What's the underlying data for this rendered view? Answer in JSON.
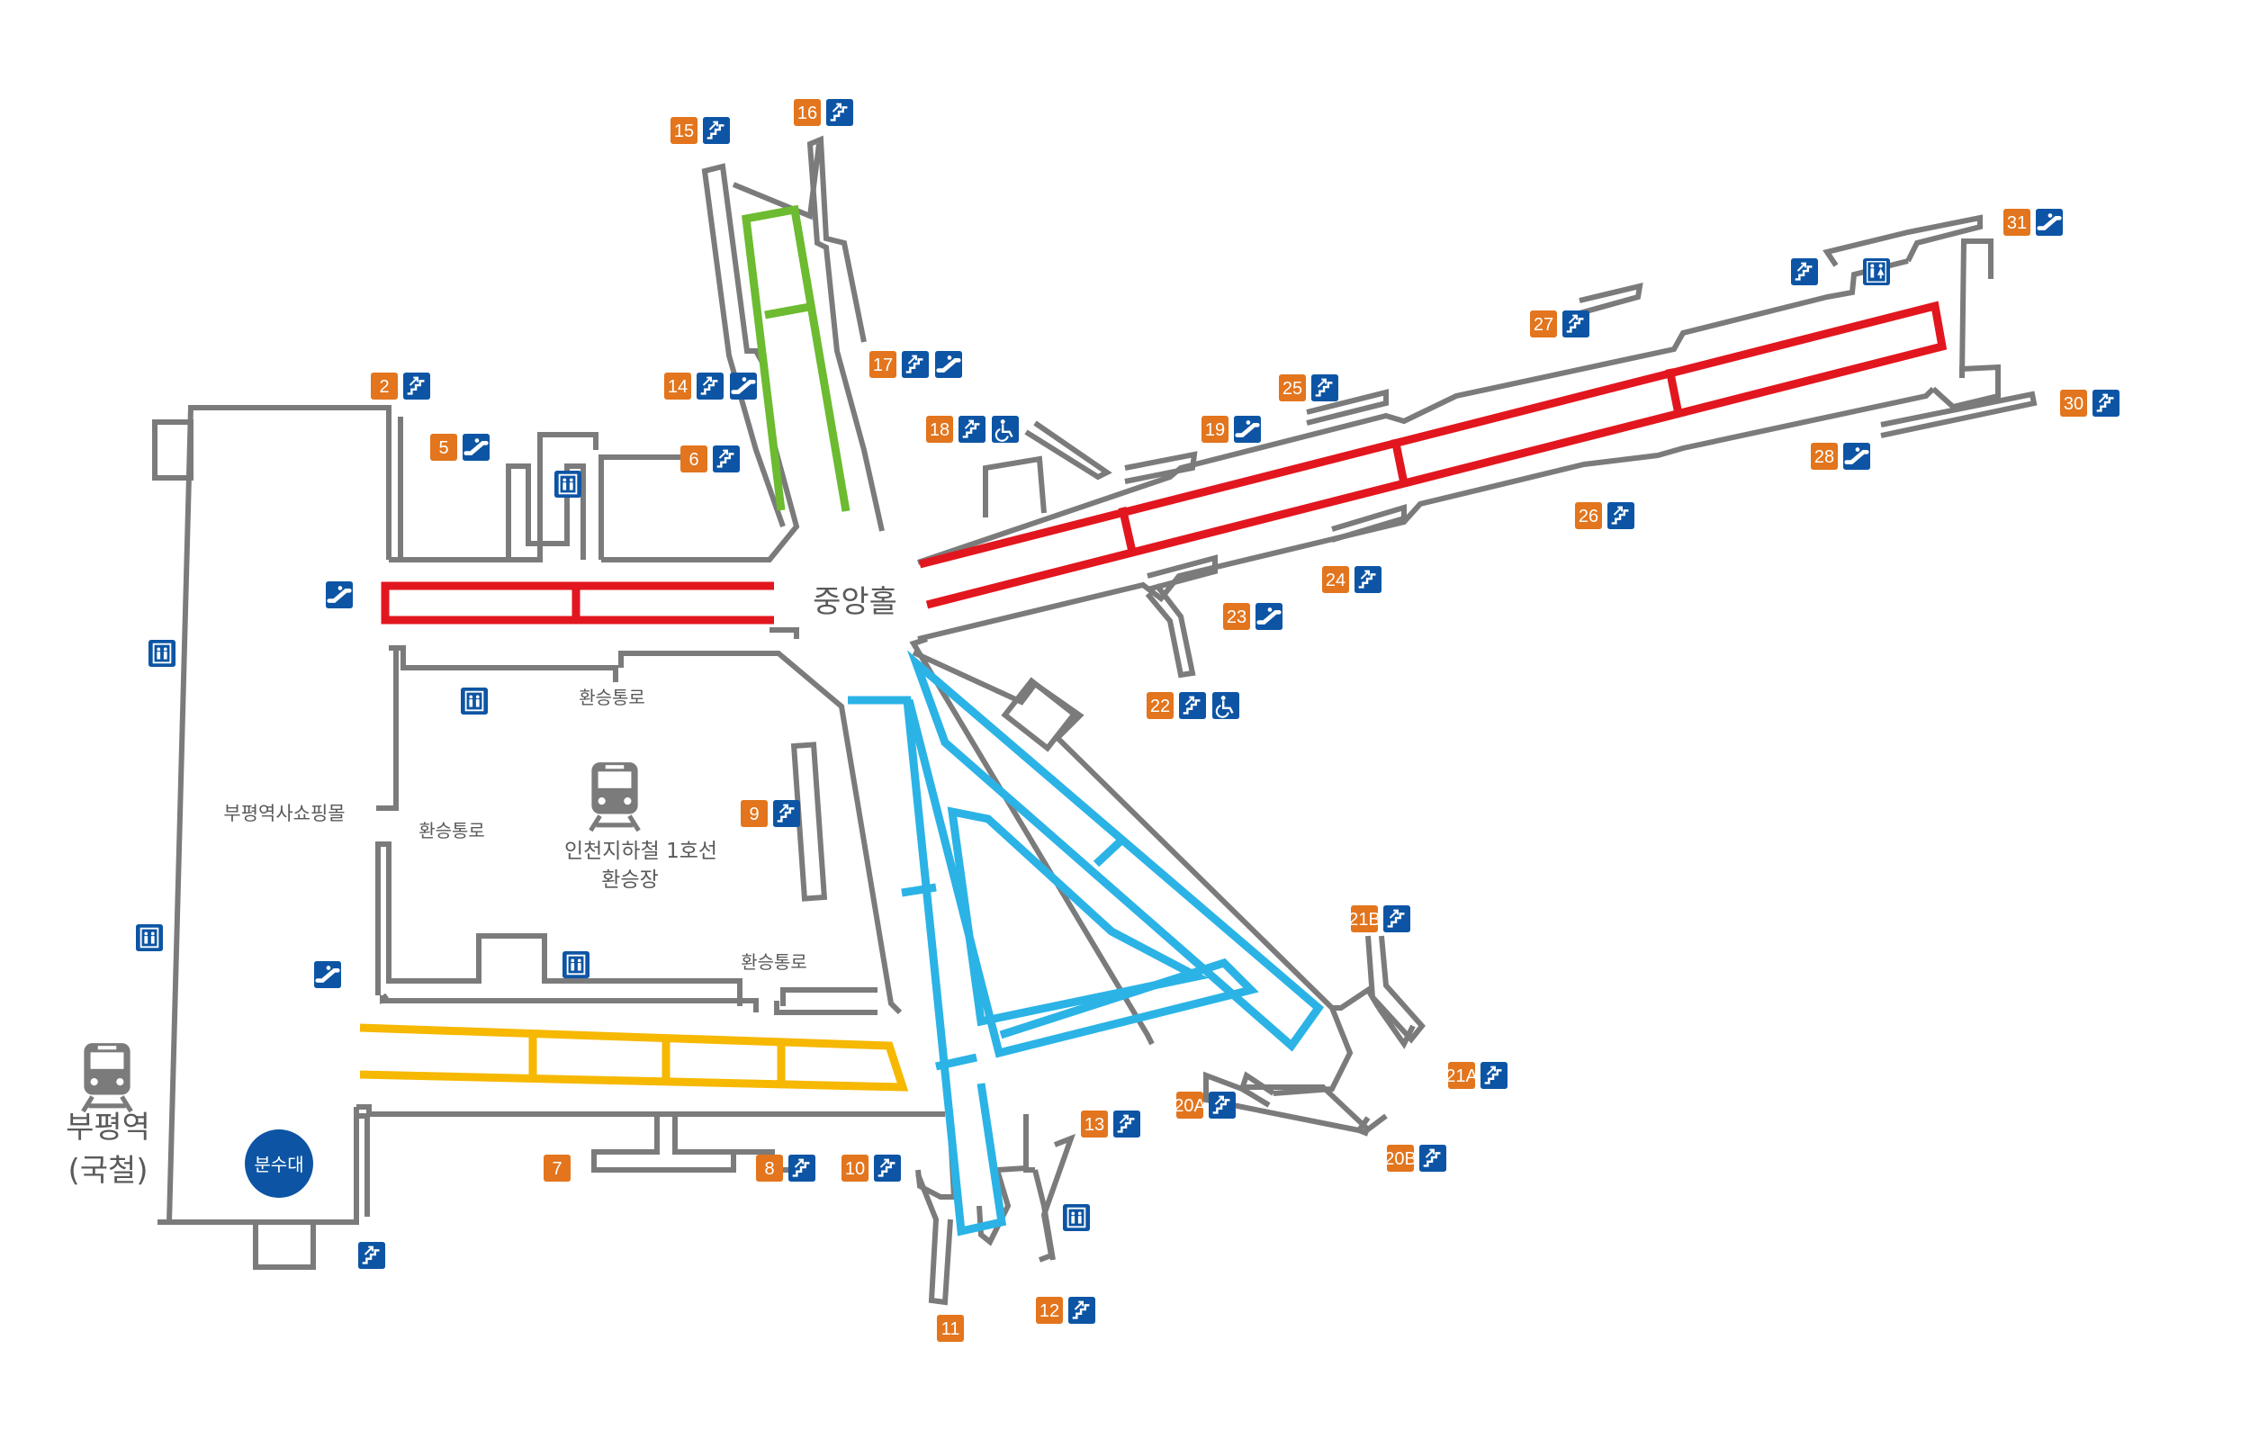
{
  "colors": {
    "wall": "#7b7b7b",
    "exit_badge": "#e2751d",
    "icon_badge": "#0d55a4",
    "line_red": "#e2161e",
    "line_green": "#6cbb30",
    "line_blue": "#2bb3e6",
    "line_yellow": "#f6b800",
    "fountain": "#0d55a4"
  },
  "labels": {
    "central_hall": "중앙홀",
    "shopping_mall": "부평역사쇼핑몰",
    "transfer_passage": "환승통로",
    "transfer_station_line1": "인천지하철 1호선",
    "transfer_station_line2": "환승장",
    "bupyeong_station": "부평역",
    "korail": "(국철)",
    "fountain": "분수대"
  },
  "exits": [
    {
      "number": "2",
      "icons": [
        "stairs-icon"
      ]
    },
    {
      "number": "5",
      "icons": [
        "escalator-icon"
      ]
    },
    {
      "number": "6",
      "icons": [
        "stairs-icon"
      ]
    },
    {
      "number": "7",
      "icons": []
    },
    {
      "number": "8",
      "icons": [
        "stairs-icon"
      ]
    },
    {
      "number": "9",
      "icons": [
        "stairs-icon"
      ]
    },
    {
      "number": "10",
      "icons": [
        "stairs-icon"
      ]
    },
    {
      "number": "11",
      "icons": []
    },
    {
      "number": "12",
      "icons": [
        "stairs-icon"
      ]
    },
    {
      "number": "13",
      "icons": [
        "stairs-icon"
      ]
    },
    {
      "number": "14",
      "icons": [
        "stairs-icon",
        "escalator-icon"
      ]
    },
    {
      "number": "15",
      "icons": [
        "stairs-icon"
      ]
    },
    {
      "number": "16",
      "icons": [
        "stairs-icon"
      ]
    },
    {
      "number": "17",
      "icons": [
        "stairs-icon",
        "escalator-icon"
      ]
    },
    {
      "number": "18",
      "icons": [
        "stairs-icon",
        "wheelchair-icon"
      ]
    },
    {
      "number": "19",
      "icons": [
        "escalator-icon"
      ]
    },
    {
      "number": "20A",
      "icons": [
        "stairs-icon"
      ]
    },
    {
      "number": "20B",
      "icons": [
        "stairs-icon"
      ]
    },
    {
      "number": "21A",
      "icons": [
        "stairs-icon"
      ]
    },
    {
      "number": "21B",
      "icons": [
        "stairs-icon"
      ]
    },
    {
      "number": "22",
      "icons": [
        "stairs-icon",
        "wheelchair-icon"
      ]
    },
    {
      "number": "23",
      "icons": [
        "escalator-icon"
      ]
    },
    {
      "number": "24",
      "icons": [
        "stairs-icon"
      ]
    },
    {
      "number": "25",
      "icons": [
        "stairs-icon"
      ]
    },
    {
      "number": "26",
      "icons": [
        "stairs-icon"
      ]
    },
    {
      "number": "27",
      "icons": [
        "stairs-icon"
      ]
    },
    {
      "number": "28",
      "icons": [
        "escalator-icon"
      ]
    },
    {
      "number": "30",
      "icons": [
        "stairs-icon"
      ]
    },
    {
      "number": "31",
      "icons": [
        "escalator-icon"
      ]
    }
  ],
  "facilities": [
    {
      "type": "elevator-icon"
    },
    {
      "type": "elevator-icon"
    },
    {
      "type": "elevator-icon"
    },
    {
      "type": "elevator-icon"
    },
    {
      "type": "elevator-icon"
    },
    {
      "type": "elevator-icon"
    },
    {
      "type": "restroom-icon"
    },
    {
      "type": "escalator-icon"
    },
    {
      "type": "escalator-icon"
    },
    {
      "type": "stairs-icon"
    },
    {
      "type": "stairs-icon"
    }
  ]
}
